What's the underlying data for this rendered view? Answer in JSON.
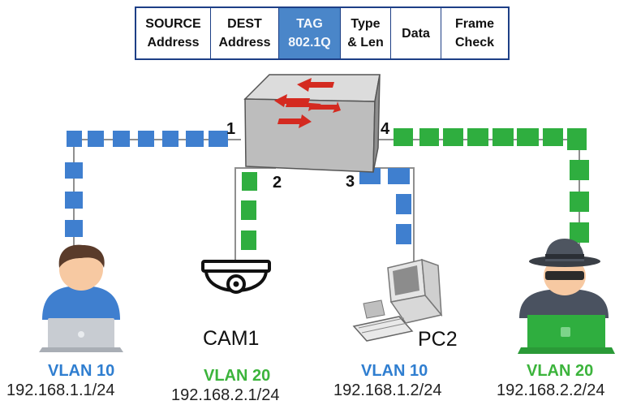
{
  "frame": {
    "fields": [
      {
        "line1": "SOURCE",
        "line2": "Address"
      },
      {
        "line1": "DEST",
        "line2": "Address"
      },
      {
        "line1": "TAG",
        "line2": "802.1Q"
      },
      {
        "line1": "Type",
        "line2": "& Len"
      },
      {
        "line1": "Data",
        "line2": ""
      },
      {
        "line1": "Frame",
        "line2": "Check"
      }
    ]
  },
  "ports": [
    "1",
    "2",
    "3",
    "4"
  ],
  "devices": {
    "cam": {
      "name": "CAM1",
      "vlan": "VLAN 20",
      "ip": "192.168.2.1/24"
    },
    "pc": {
      "name": "PC2",
      "vlan": "VLAN 10",
      "ip": "192.168.1.2/24"
    },
    "user": {
      "vlan": "VLAN 10",
      "ip": "192.168.1.1/24"
    },
    "spy": {
      "vlan": "VLAN 20",
      "ip": "192.168.2.2/24"
    }
  },
  "colors": {
    "vlan10": "#3f7fcf",
    "vlan20": "#2fae3f",
    "frame_border": "#1d3f86",
    "tag_fill": "#4a86c9",
    "switch_arrow": "#d42a20"
  },
  "icons": [
    "switch-icon",
    "user-laptop-icon",
    "dome-camera-icon",
    "desktop-pc-icon",
    "hacker-laptop-icon"
  ]
}
